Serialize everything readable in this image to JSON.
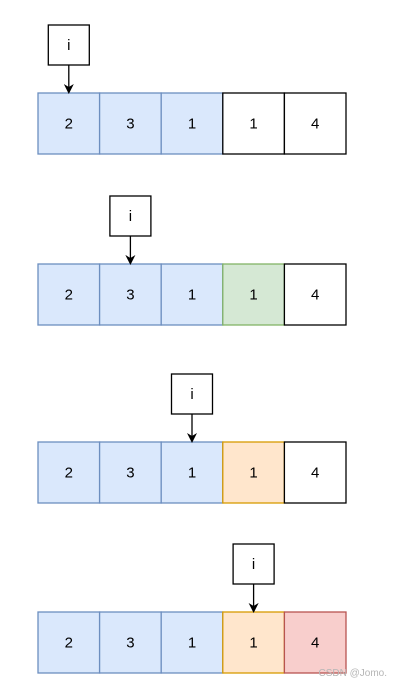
{
  "colors": {
    "blue_fill": "#dae8fc",
    "blue_stroke": "#6c8ebf",
    "green_fill": "#d5e8d4",
    "green_stroke": "#82b366",
    "orange_fill": "#ffe6cc",
    "orange_stroke": "#d79b00",
    "red_fill": "#f8cecc",
    "red_stroke": "#b85450",
    "plain_fill": "#ffffff",
    "plain_stroke": "#000000"
  },
  "pointer_label": "i",
  "rows": [
    {
      "pointer_index": 0,
      "cells": [
        {
          "value": "2",
          "style": "blue"
        },
        {
          "value": "3",
          "style": "blue"
        },
        {
          "value": "1",
          "style": "blue"
        },
        {
          "value": "1",
          "style": "plain"
        },
        {
          "value": "4",
          "style": "plain"
        }
      ]
    },
    {
      "pointer_index": 1,
      "cells": [
        {
          "value": "2",
          "style": "blue"
        },
        {
          "value": "3",
          "style": "blue"
        },
        {
          "value": "1",
          "style": "blue"
        },
        {
          "value": "1",
          "style": "green"
        },
        {
          "value": "4",
          "style": "plain"
        }
      ]
    },
    {
      "pointer_index": 2,
      "cells": [
        {
          "value": "2",
          "style": "blue"
        },
        {
          "value": "3",
          "style": "blue"
        },
        {
          "value": "1",
          "style": "blue"
        },
        {
          "value": "1",
          "style": "orange"
        },
        {
          "value": "4",
          "style": "plain"
        }
      ]
    },
    {
      "pointer_index": 3,
      "cells": [
        {
          "value": "2",
          "style": "blue"
        },
        {
          "value": "3",
          "style": "blue"
        },
        {
          "value": "1",
          "style": "blue"
        },
        {
          "value": "1",
          "style": "orange"
        },
        {
          "value": "4",
          "style": "red"
        }
      ]
    }
  ],
  "watermark": "CSDN @Jomo."
}
